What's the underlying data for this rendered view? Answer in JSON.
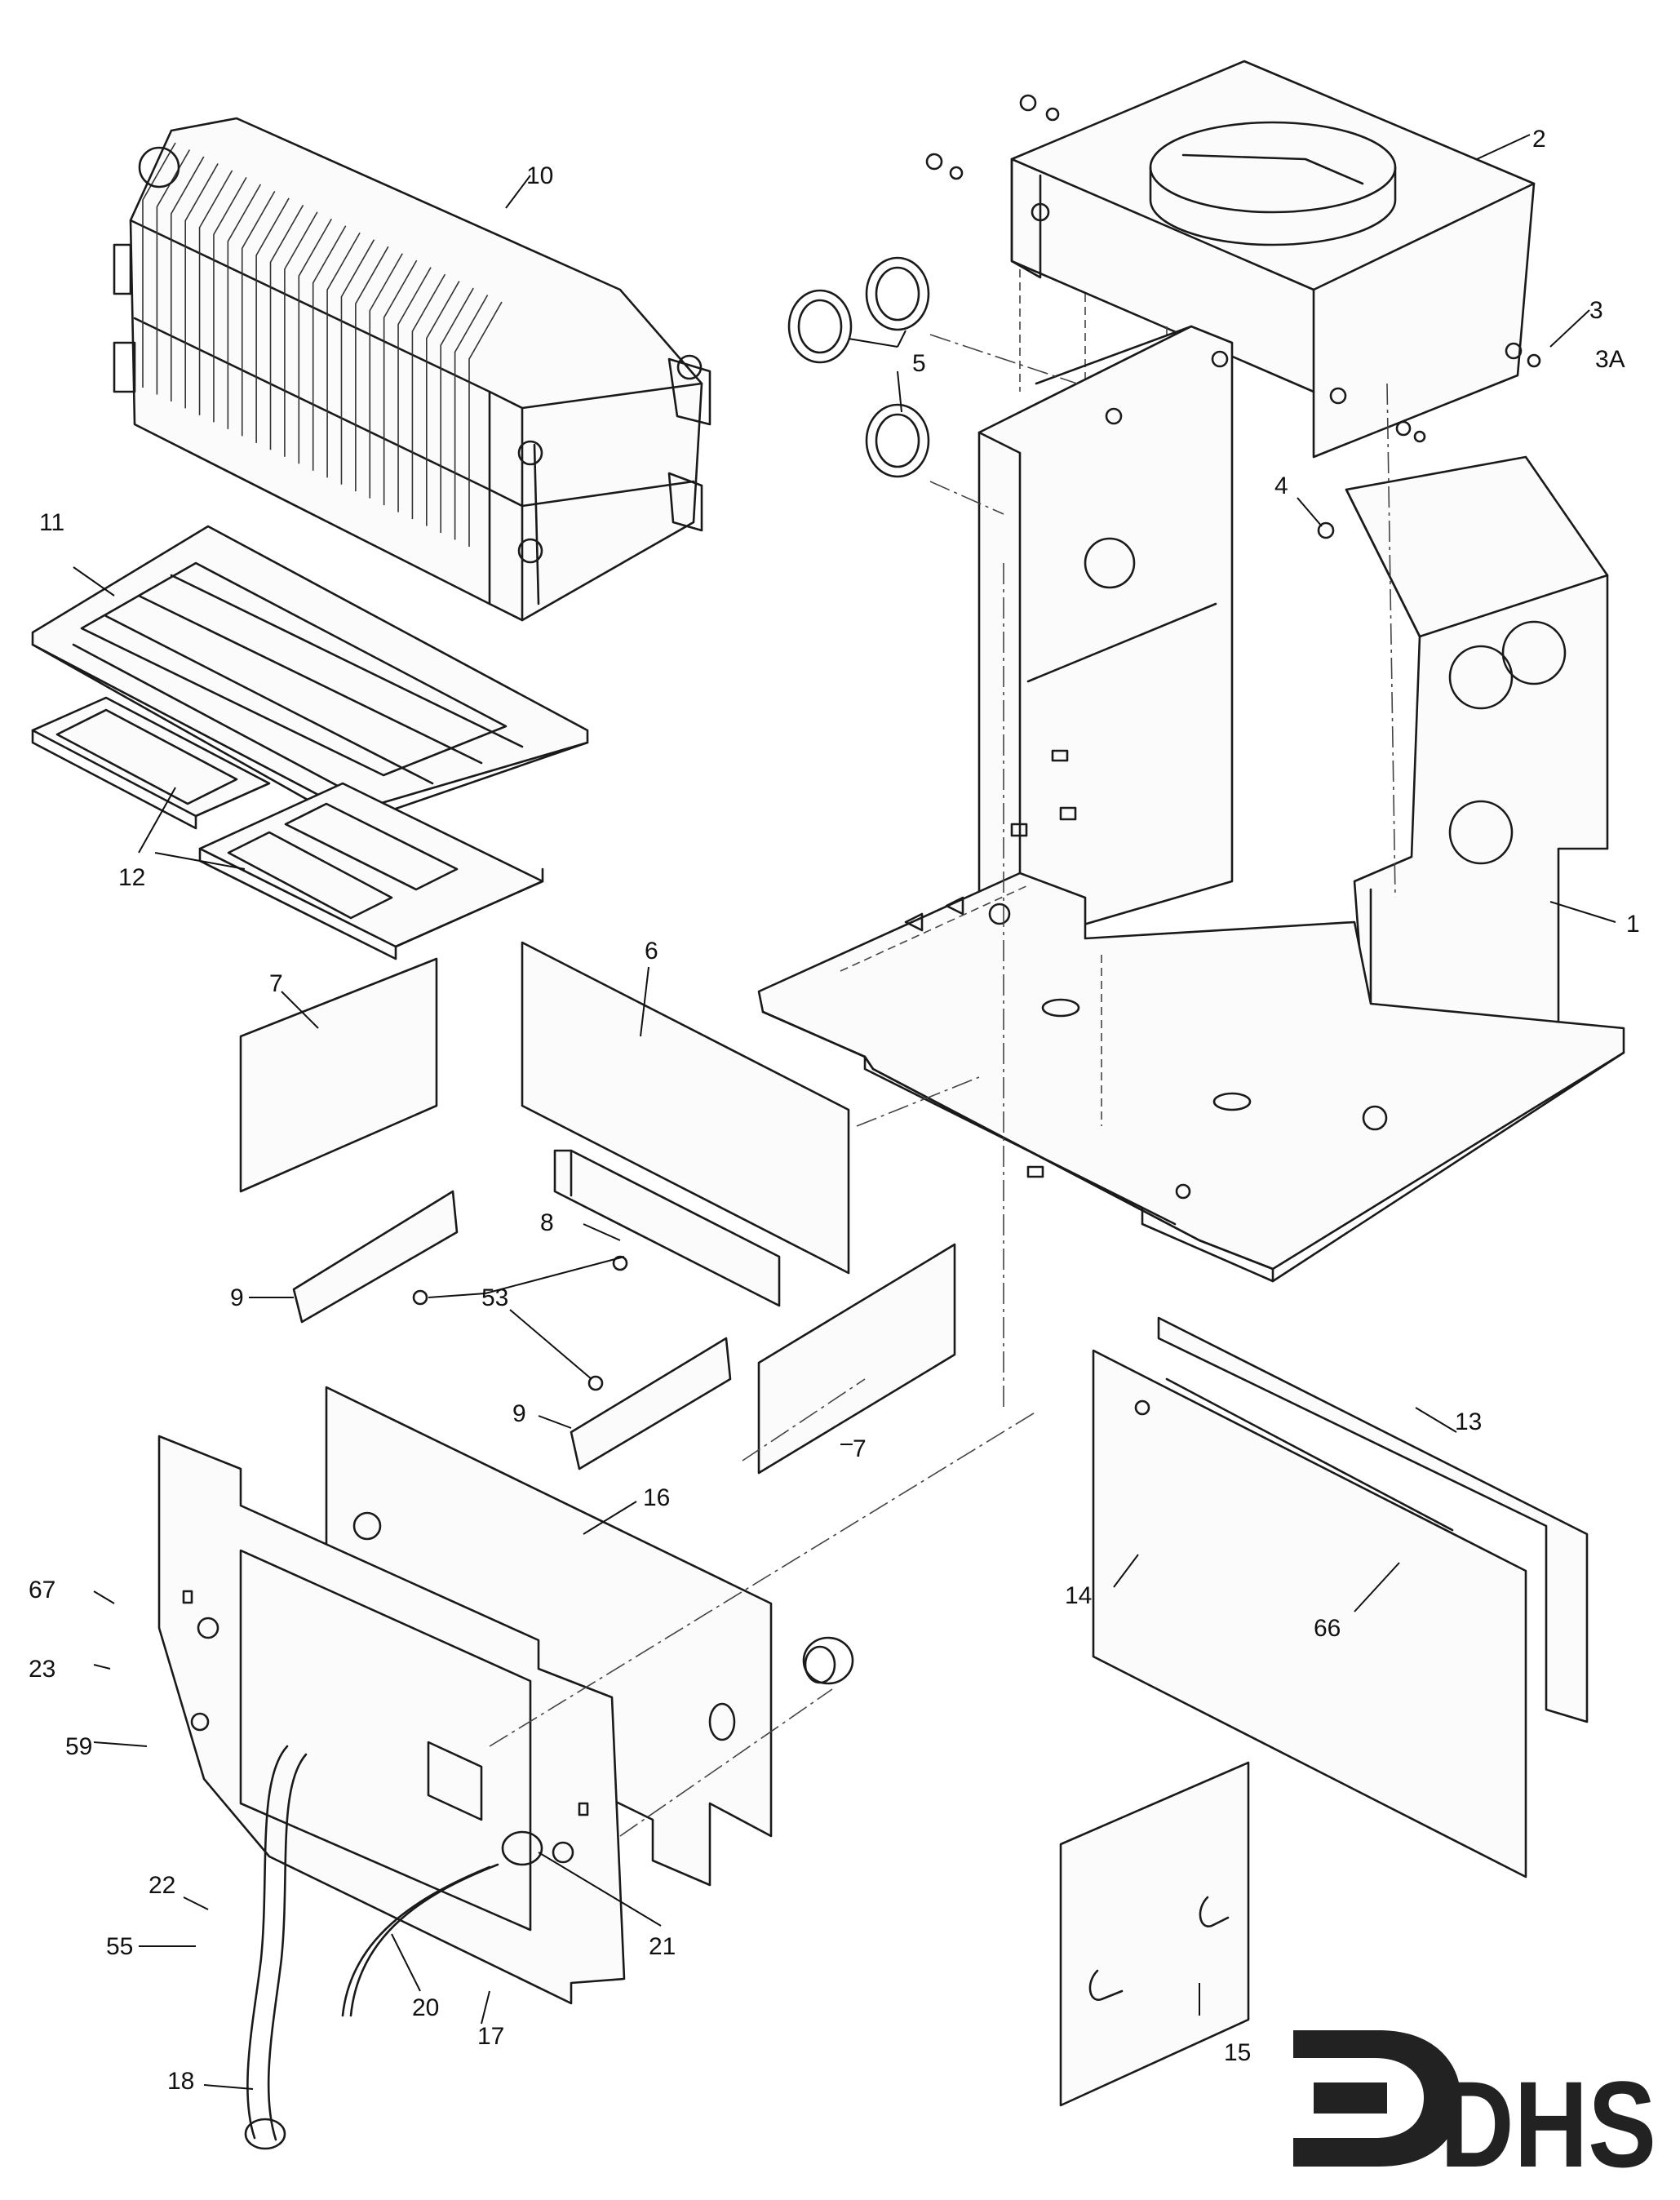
{
  "callouts": [
    {
      "id": "1",
      "text": "1"
    },
    {
      "id": "2",
      "text": "2"
    },
    {
      "id": "3",
      "text": "3"
    },
    {
      "id": "3A",
      "text": "3A"
    },
    {
      "id": "4",
      "text": "4"
    },
    {
      "id": "5",
      "text": "5"
    },
    {
      "id": "6",
      "text": "6"
    },
    {
      "id": "7a",
      "text": "7"
    },
    {
      "id": "7b",
      "text": "7"
    },
    {
      "id": "8",
      "text": "8"
    },
    {
      "id": "9a",
      "text": "9"
    },
    {
      "id": "9b",
      "text": "9"
    },
    {
      "id": "10",
      "text": "10"
    },
    {
      "id": "11",
      "text": "11"
    },
    {
      "id": "12",
      "text": "12"
    },
    {
      "id": "13",
      "text": "13"
    },
    {
      "id": "14",
      "text": "14"
    },
    {
      "id": "15",
      "text": "15"
    },
    {
      "id": "16",
      "text": "16"
    },
    {
      "id": "17",
      "text": "17"
    },
    {
      "id": "18",
      "text": "18"
    },
    {
      "id": "20",
      "text": "20"
    },
    {
      "id": "21",
      "text": "21"
    },
    {
      "id": "22",
      "text": "22"
    },
    {
      "id": "23",
      "text": "23"
    },
    {
      "id": "53",
      "text": "53"
    },
    {
      "id": "55",
      "text": "55"
    },
    {
      "id": "59",
      "text": "59"
    },
    {
      "id": "66",
      "text": "66"
    },
    {
      "id": "67",
      "text": "67"
    }
  ],
  "logo": {
    "text": "DHS"
  },
  "colors": {
    "line": "#1a1a1a",
    "paper": "#ffffff"
  }
}
